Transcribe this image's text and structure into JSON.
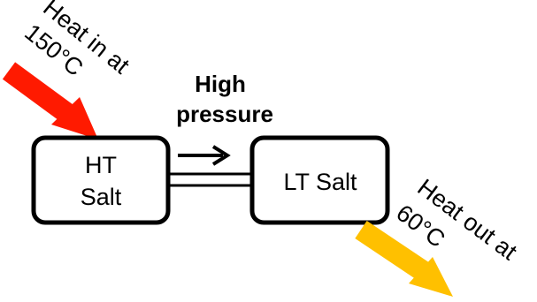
{
  "boxes": {
    "ht_salt": {
      "line1": "HT",
      "line2": "Salt"
    },
    "lt_salt": {
      "label": "LT Salt"
    }
  },
  "heat_in": {
    "line1": "Heat in at",
    "line2": "150°C",
    "color": "#ff1a00"
  },
  "heat_out": {
    "line1": "Heat out at",
    "line2": "60°C",
    "color": "#ffc000"
  },
  "pressure": {
    "line1": "High",
    "line2": "pressure"
  },
  "colors": {
    "stroke": "#000000",
    "background": "#ffffff"
  }
}
